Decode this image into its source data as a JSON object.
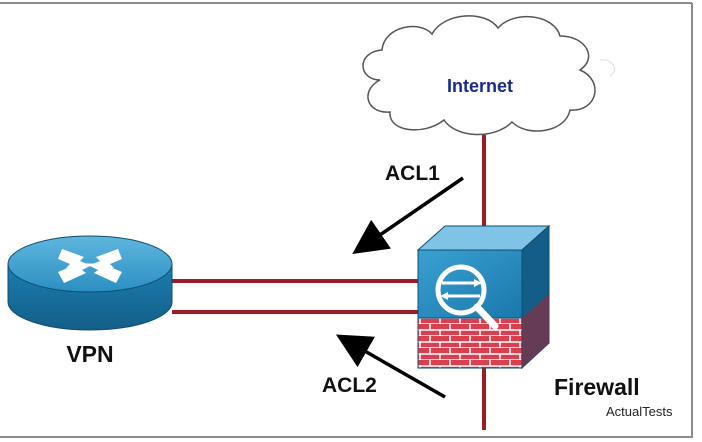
{
  "diagram": {
    "cloud_label": "Internet",
    "router_label": "VPN",
    "firewall_label": "Firewall",
    "acl_in_label": "ACL1",
    "acl_out_label": "ACL2",
    "watermark": "ActualTests"
  },
  "colors": {
    "link": "#9b1b26",
    "router_body": "#1f86b8",
    "firewall_face": "#1f86b8",
    "brick": "#d9404f",
    "arrow": "#000000",
    "frame": "#8a8a8a"
  },
  "icons": {
    "cloud": "cloud-icon",
    "router": "router-icon",
    "firewall": "firewall-icon"
  }
}
